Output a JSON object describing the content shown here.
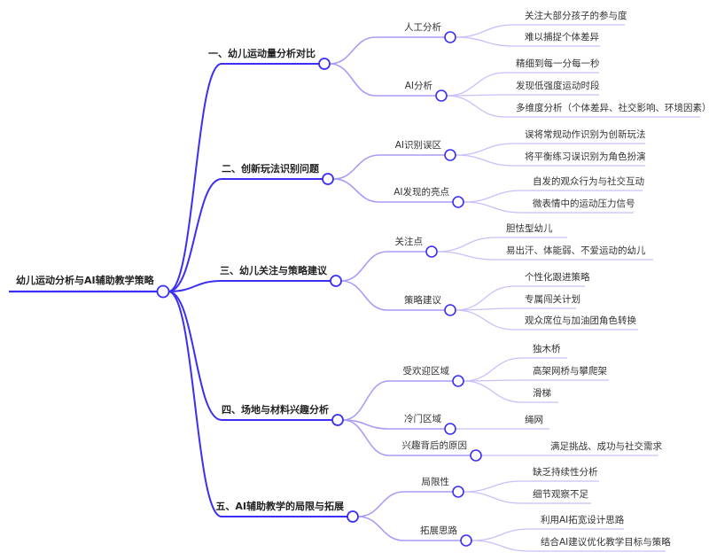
{
  "title": "幼儿运动分析与AI辅助教学策略",
  "colors": {
    "main": "#3b2ef5",
    "branch": "#a79cf7",
    "leaf": "#c8c0fa"
  },
  "branches": [
    {
      "label": "一、幼儿运动量分析对比",
      "children": [
        {
          "label": "人工分析",
          "children": [
            "关注大部分孩子的参与度",
            "难以捕捉个体差异"
          ]
        },
        {
          "label": "AI分析",
          "children": [
            "精细到每一分每一秒",
            "发现低强度运动时段",
            "多维度分析（个体差异、社交影响、环境因素）"
          ]
        }
      ]
    },
    {
      "label": "二、创新玩法识别问题",
      "children": [
        {
          "label": "AI识别误区",
          "children": [
            "误将常规动作识别为创新玩法",
            "将平衡练习误识别为角色扮演"
          ]
        },
        {
          "label": "AI发现的亮点",
          "children": [
            "自发的观众行为与社交互动",
            "微表情中的运动压力信号"
          ]
        }
      ]
    },
    {
      "label": "三、幼儿关注与策略建议",
      "children": [
        {
          "label": "关注点",
          "children": [
            "胆怯型幼儿",
            "易出汗、体能弱、不爱运动的幼儿"
          ]
        },
        {
          "label": "策略建议",
          "children": [
            "个性化跟进策略",
            "专属闯关计划",
            "观众席位与加油团角色转换"
          ]
        }
      ]
    },
    {
      "label": "四、场地与材料兴趣分析",
      "children": [
        {
          "label": "受欢迎区域",
          "children": [
            "独木桥",
            "高架网桥与攀爬架",
            "滑梯"
          ]
        },
        {
          "label": "冷门区域",
          "children": [
            "绳网"
          ]
        },
        {
          "label": "兴趣背后的原因",
          "children": [
            "满足挑战、成功与社交需求"
          ]
        }
      ]
    },
    {
      "label": "五、AI辅助教学的局限与拓展",
      "children": [
        {
          "label": "局限性",
          "children": [
            "缺乏持续性分析",
            "细节观察不足"
          ]
        },
        {
          "label": "拓展思路",
          "children": [
            "利用AI拓宽设计思路",
            "结合AI建议优化教学目标与策略"
          ]
        }
      ]
    }
  ]
}
